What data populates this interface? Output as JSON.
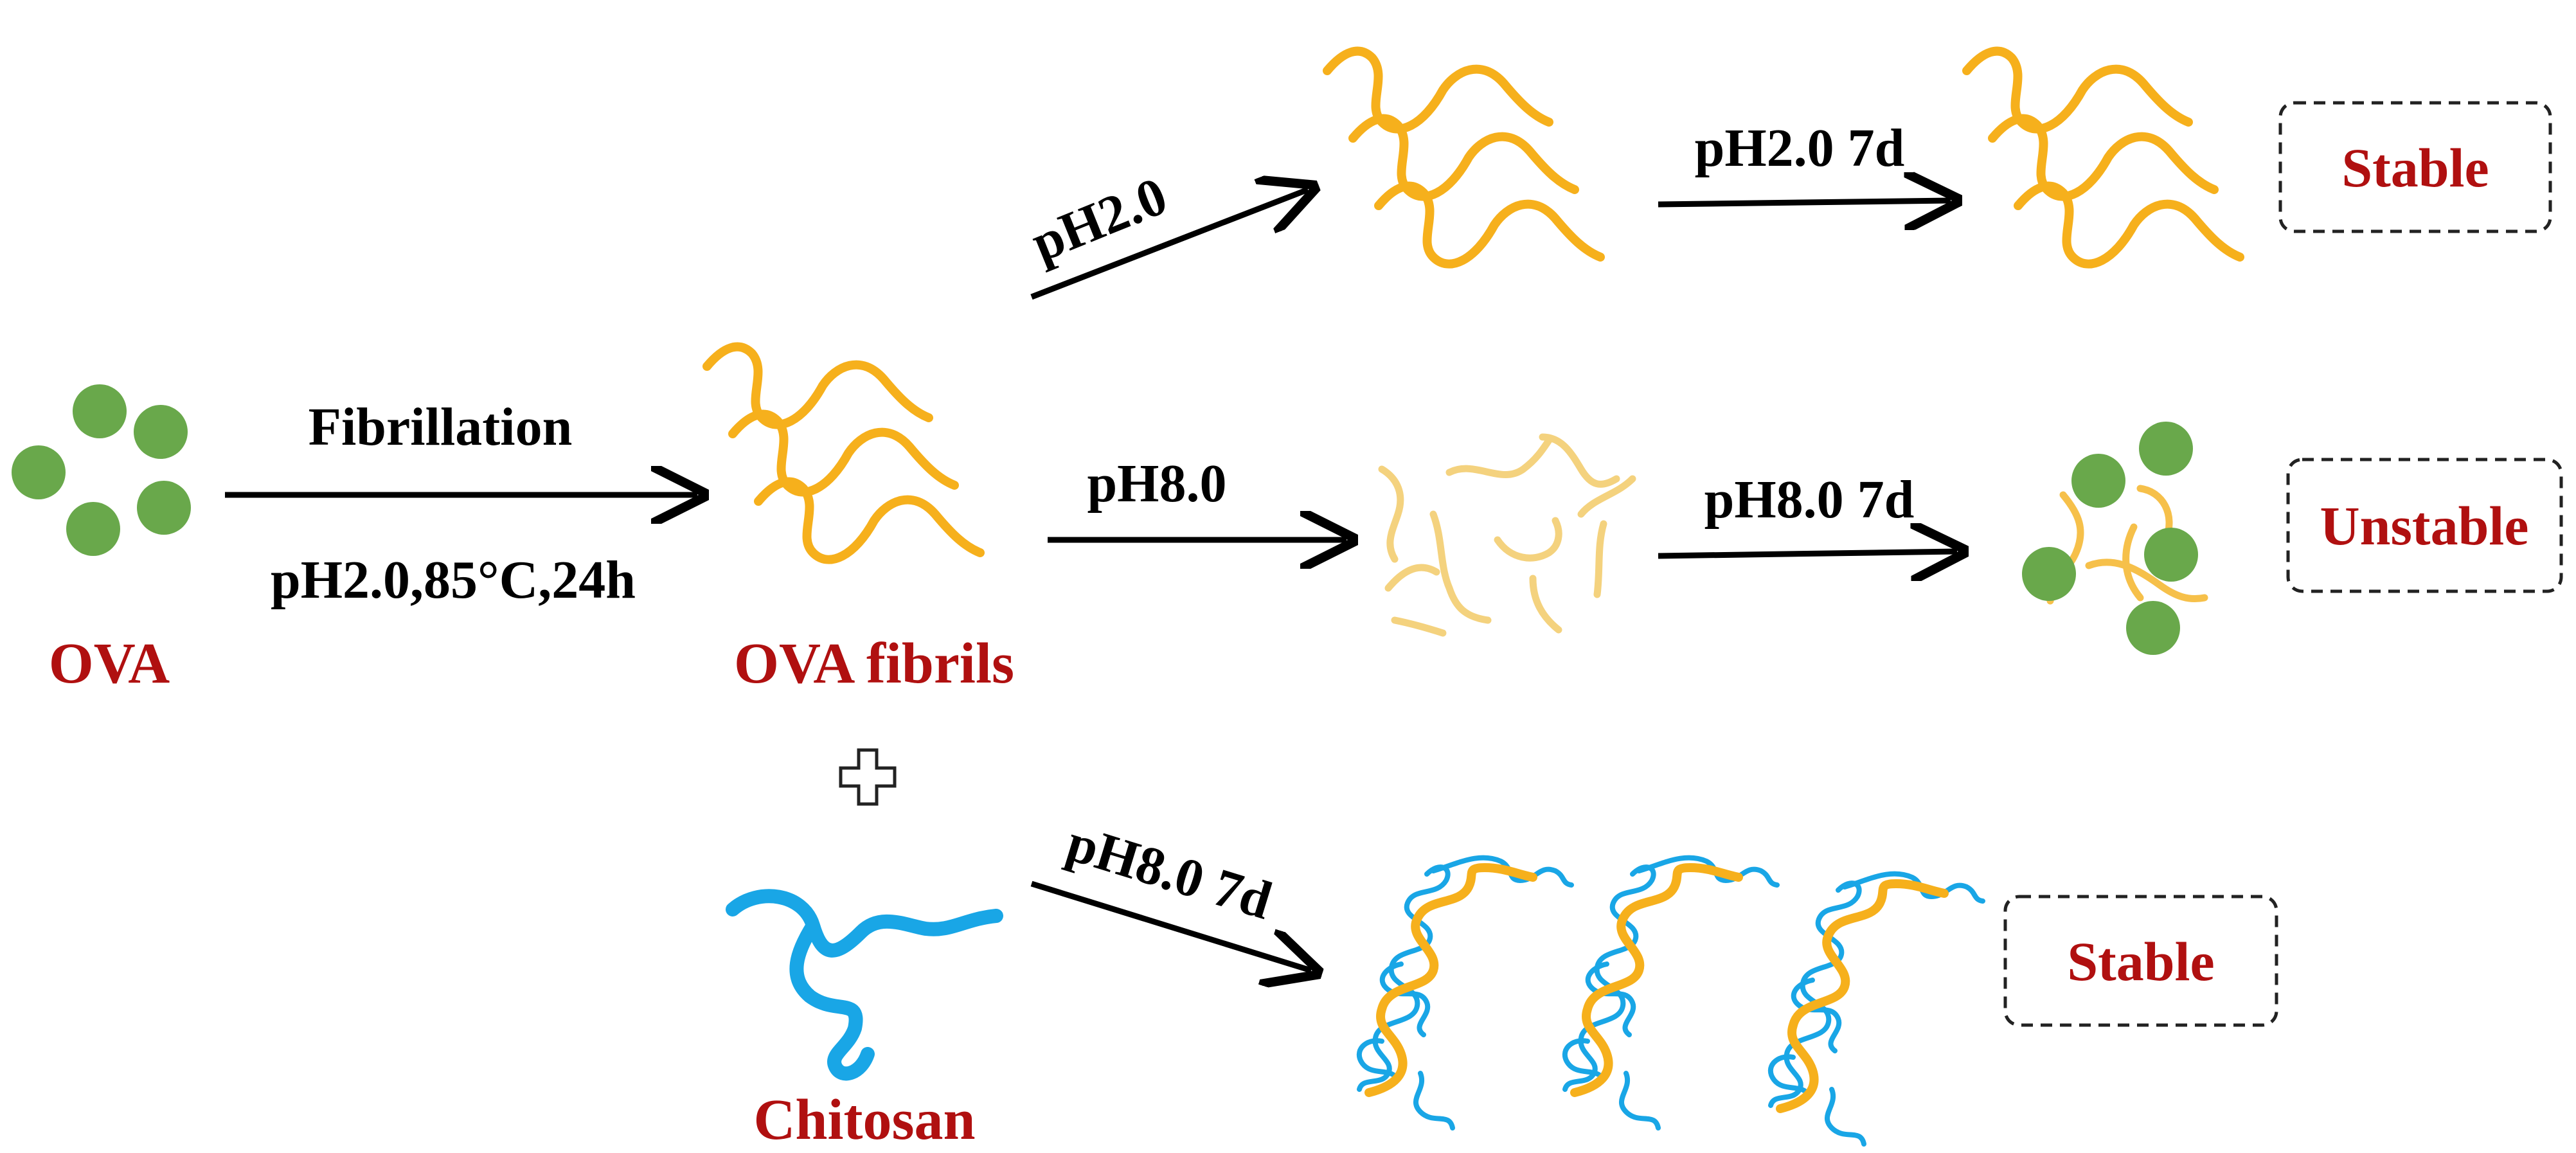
{
  "labels": {
    "ova": "OVA",
    "ova_fibrils": "OVA fibrils",
    "chitosan": "Chitosan",
    "fibrillation": "Fibrillation",
    "conditions": "pH2.0,85°C,24h",
    "ph2": "pH2.0",
    "ph8": "pH8.0",
    "ph2_7d": "pH2.0 7d",
    "ph8_7d_top": "pH8.0 7d",
    "ph8_7d_bottom": "pH8.0 7d"
  },
  "status": {
    "top": "Stable",
    "middle": "Unstable",
    "bottom": "Stable"
  },
  "colors": {
    "globule": "#69A84B",
    "fibril": "#F6B01C",
    "fibril_fragment": "#F4D27E",
    "chitosan": "#19A6E6",
    "label_red": "#B01010"
  }
}
